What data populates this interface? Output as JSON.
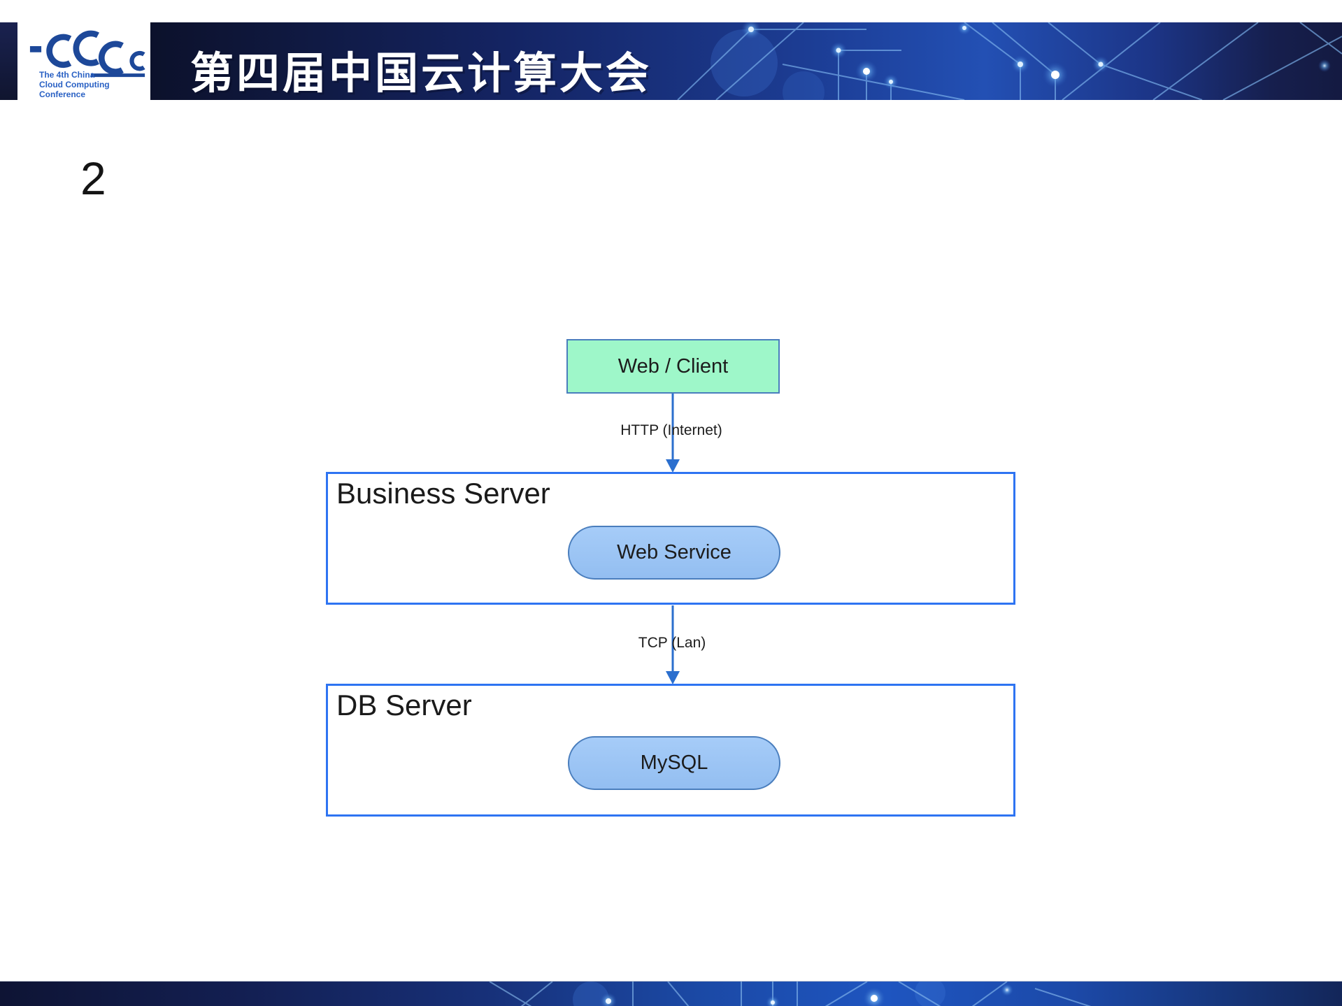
{
  "header": {
    "title": "第四届中国云计算大会",
    "logo": {
      "name": "CCCC cloud logo",
      "caption_lines": [
        "The 4th China",
        "Cloud Computing",
        "Conference"
      ]
    },
    "colors": {
      "band_navy": "#101a44",
      "band_accent": "#2350b4",
      "logo_blue": "#1d4899"
    }
  },
  "slide": {
    "page_number": "2"
  },
  "diagram": {
    "client_box": {
      "label": "Web / Client",
      "fill": "#9ef7c9",
      "border": "#4a7ebd"
    },
    "connections": [
      {
        "label": "HTTP (Internet)"
      },
      {
        "label": "TCP (Lan)"
      }
    ],
    "server_boxes": [
      {
        "title": "Business Server",
        "component": "Web Service"
      },
      {
        "title": "DB Server",
        "component": "MySQL"
      }
    ],
    "colors": {
      "box_border": "#2e74f2",
      "pill_fill": "#9cc6f5",
      "pill_border": "#4a7ebd",
      "arrow": "#2b6fce"
    }
  }
}
